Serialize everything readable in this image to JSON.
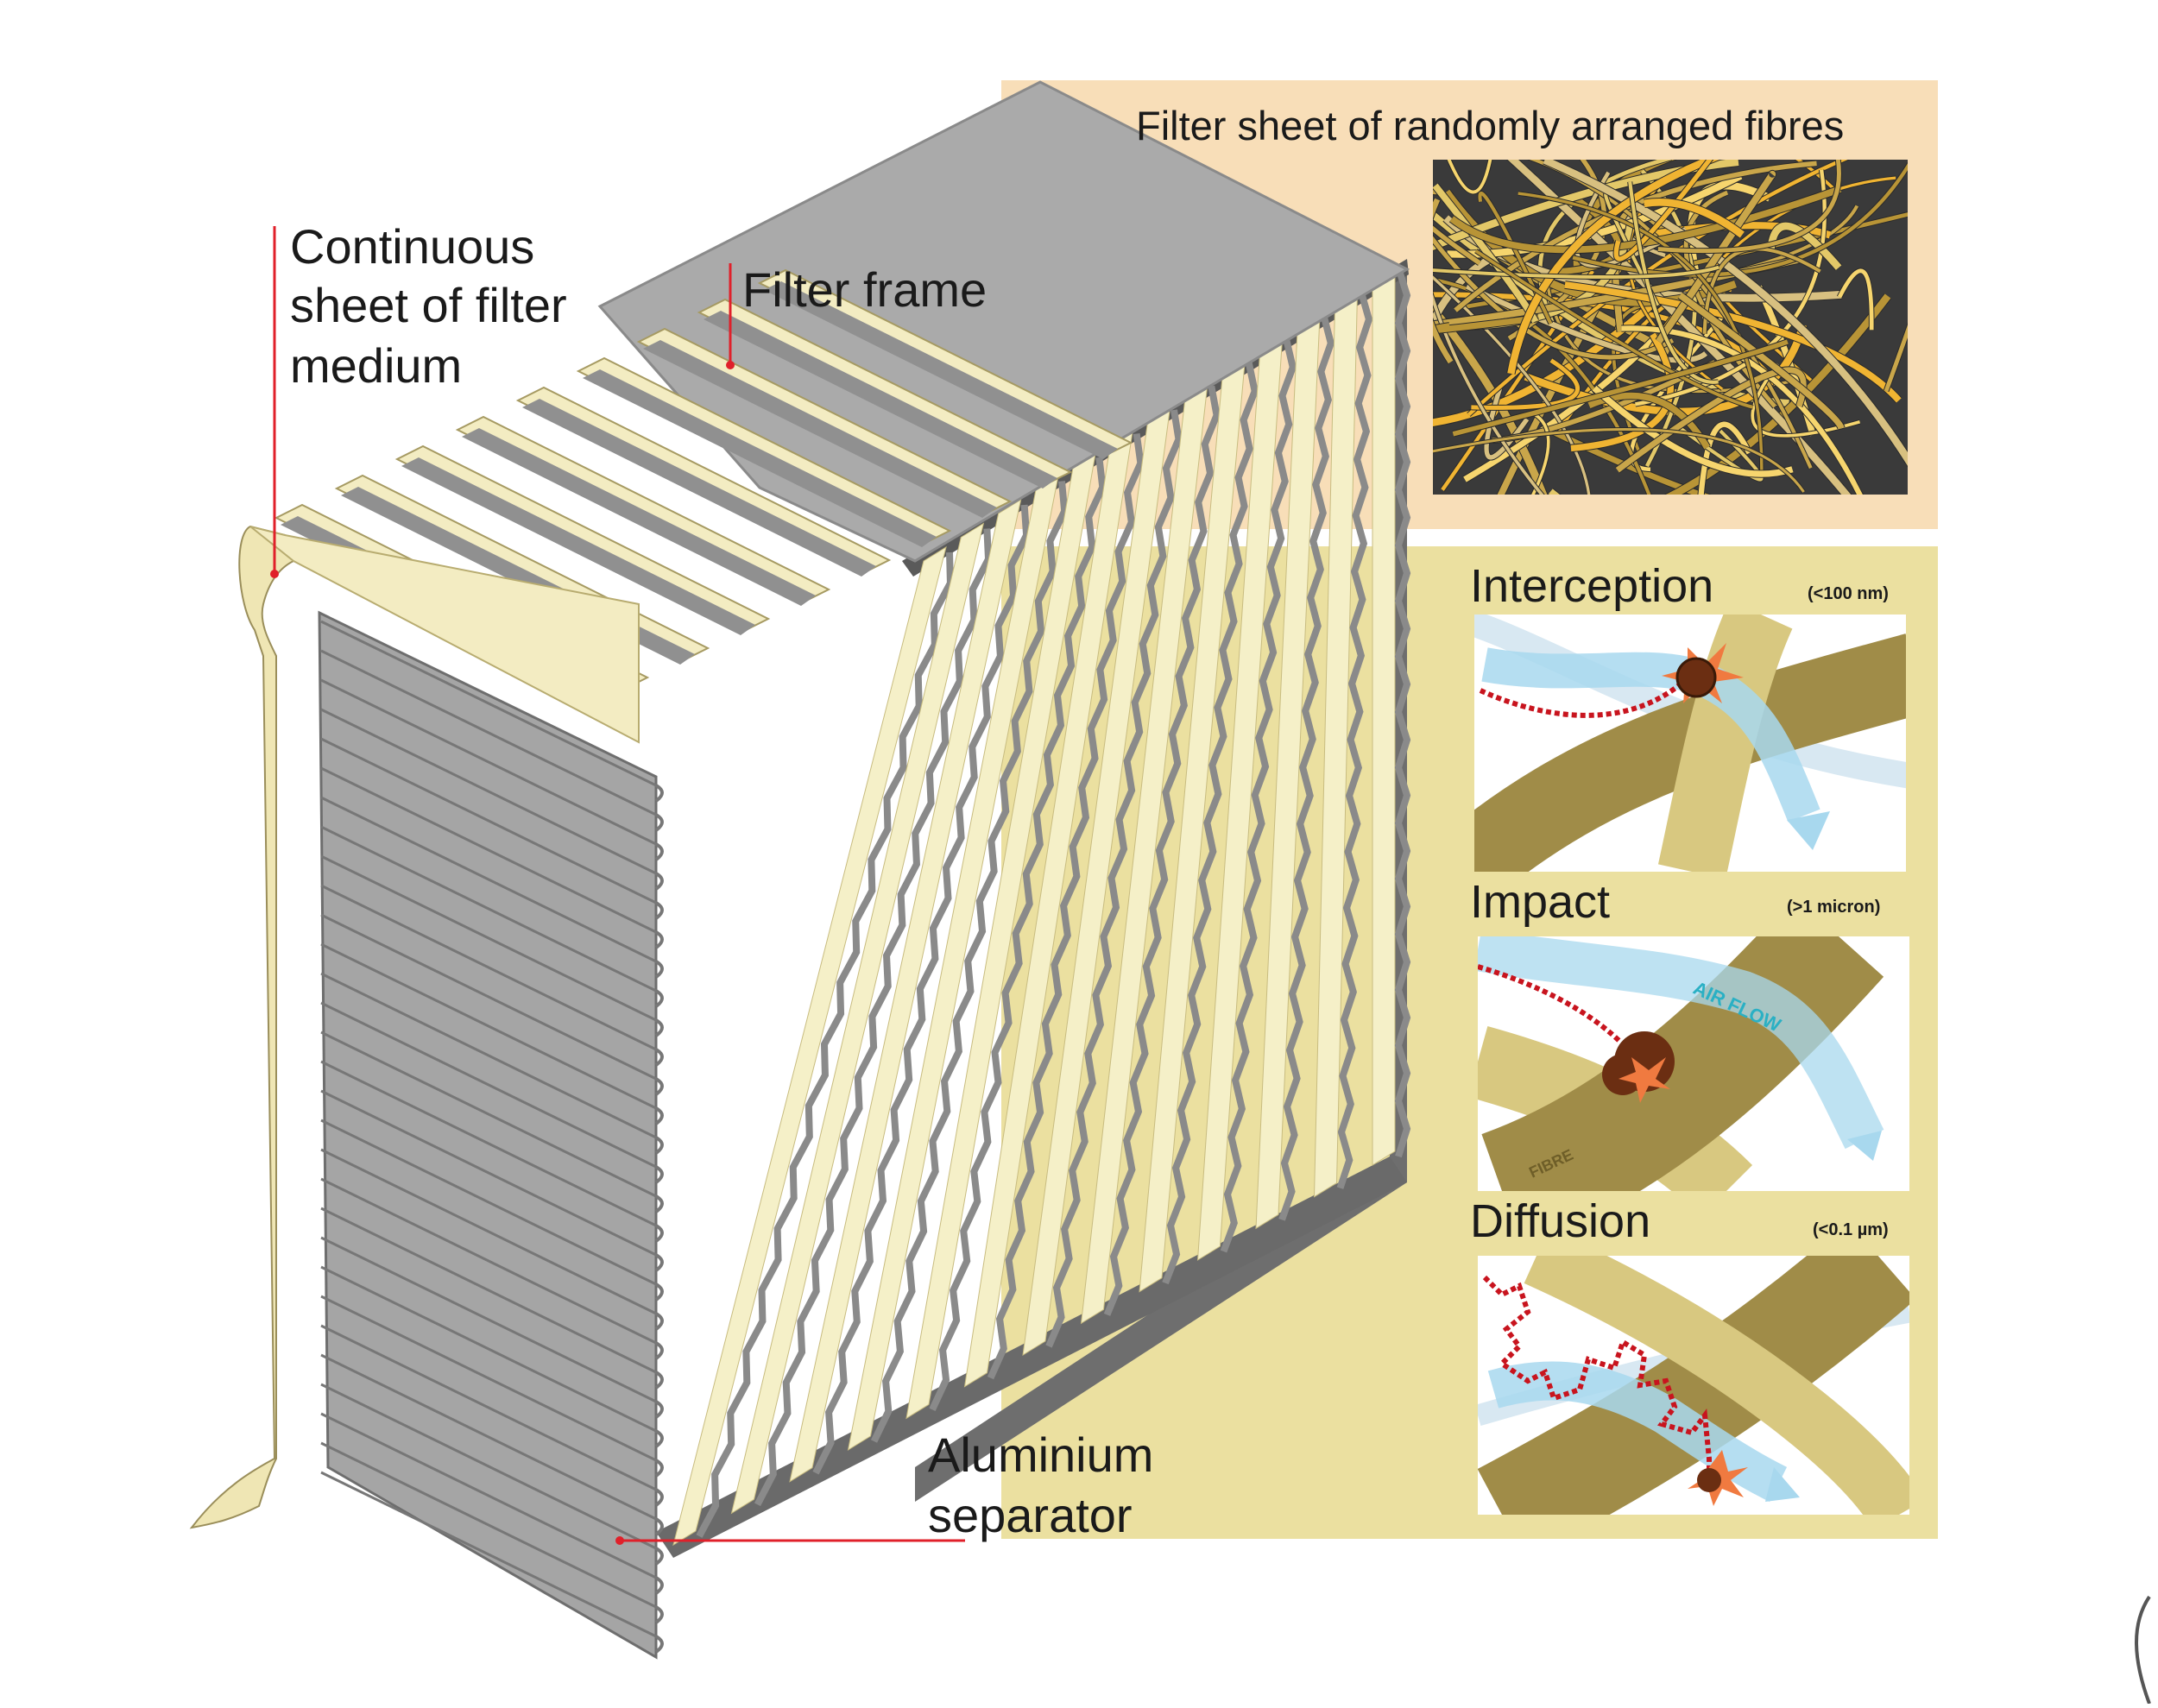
{
  "labels": {
    "continuous_sheet_line1": "Continuous",
    "continuous_sheet_line2": "sheet of filter",
    "continuous_sheet_line3": "medium",
    "filter_frame": "Filter frame",
    "aluminium_line1": "Aluminium",
    "aluminium_line2": "separator",
    "fibre_sheet_title": "Filter sheet of randomly arranged fibres"
  },
  "mechanisms": [
    {
      "name": "Interception",
      "size": "(<100 nm)"
    },
    {
      "name": "Impact",
      "size": "(>1 micron)"
    },
    {
      "name": "Diffusion",
      "size": "(<0.1 µm)"
    }
  ],
  "annotations": {
    "air_flow": "AIR FLOW",
    "fibre": "FIBRE"
  },
  "colors": {
    "panel_peach": "#f8deb8",
    "panel_khaki": "#ebe0a0",
    "frame_grey": "#aaaaaa",
    "frame_dark": "#6e6e6e",
    "medium_cream": "#f5f0c8",
    "fibre_dark": "#a08c48",
    "fibre_light": "#d8c880",
    "fibre_bg": "#3a3a3a",
    "leader_red": "#e0202a",
    "particle_path": "#c8141e",
    "airflow_blue": "#a8d8ee",
    "impact_orange": "#f07a40",
    "particle_brown": "#6b2e12",
    "airflow_text": "#2ab0c4"
  }
}
